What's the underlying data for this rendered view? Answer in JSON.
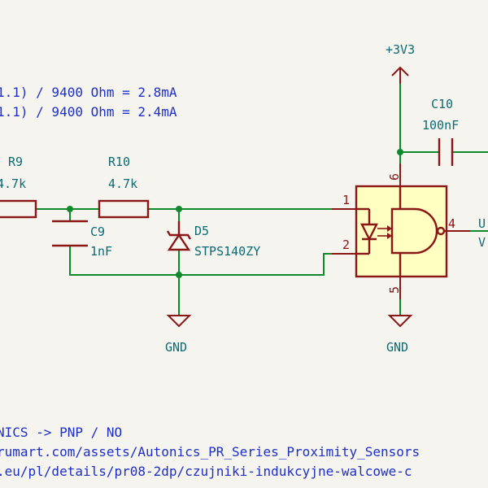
{
  "diagram": {
    "notes": {
      "current_line_1": "1.1) / 9400 Ohm = 2.8mA",
      "current_line_2": "1.1) / 9400 Ohm = 2.4mA",
      "sensor_line": "NICS -> PNP / NO",
      "url_line_1": "rumart.com/assets/Autonics_PR_Series_Proximity_Sensors",
      "url_line_2": ".eu/pl/details/pr08-2dp/czujniki-indukcyjne-walcowe-c"
    },
    "components": {
      "r9": {
        "ref": "R9",
        "value": "4.7k"
      },
      "r10": {
        "ref": "R10",
        "value": "4.7k"
      },
      "c9": {
        "ref": "C9",
        "value": "1nF"
      },
      "d5": {
        "ref": "D5",
        "value": "STPS140ZY"
      },
      "c10": {
        "ref": "C10",
        "value": "100nF"
      },
      "u_partial": {
        "ref": "U",
        "value": "V"
      }
    },
    "optocoupler_pins": {
      "p1": "1",
      "p2": "2",
      "p4": "4",
      "p5": "5",
      "p6": "6"
    },
    "power": {
      "vcc": "+3V3",
      "gnd_left": "GND",
      "gnd_right": "GND"
    },
    "colors": {
      "wire": "#0e8a2d",
      "component": "#8a1616",
      "label": "#0d6a73",
      "note": "#1d2fc8",
      "ic_fill": "#ffffc2",
      "background": "#f5f4ef"
    }
  }
}
